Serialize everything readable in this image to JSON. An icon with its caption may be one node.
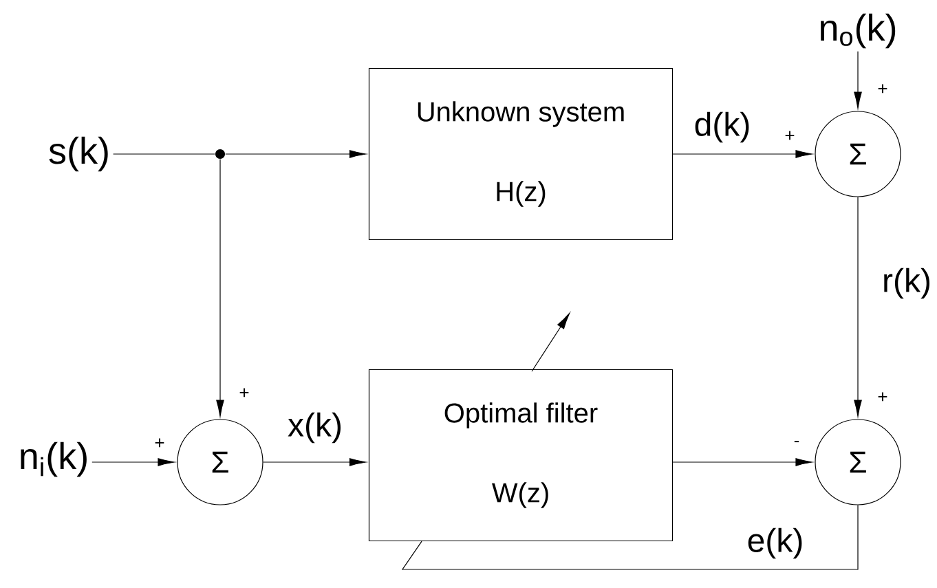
{
  "diagram": {
    "nodes": [
      {
        "text": [
          "s(k)"
        ]
      },
      {
        "text": [],
        "shape": "circle"
      },
      {
        "text": [
          "Unknown system",
          "H(z)"
        ]
      },
      {
        "text": [
          "n$_{o}$(k)"
        ]
      },
      {
        "text": [
          "Σ"
        ]
      },
      {
        "text": [
          "n$_{i}$(k)"
        ]
      },
      {
        "text": [
          "Σ"
        ]
      },
      {
        "text": [
          "Optimal filter",
          "W(z)"
        ]
      },
      {
        "text": [
          "Σ"
        ]
      }
    ],
    "edges": [
      {
        "from": 0,
        "to": 1,
        "arrow": "none"
      },
      {
        "from": 1,
        "to": 2,
        "arrow": "to"
      },
      {
        "from": 1,
        "to": 6,
        "arrow": "to"
      },
      {
        "from": 2,
        "to": 4,
        "arrow": "to",
        "label": "d(k)"
      },
      {
        "from": 3,
        "to": 4,
        "arrow": "to"
      },
      {
        "from": 4,
        "to": 8,
        "arrow": "to",
        "label": "r(k)"
      },
      {
        "from": 5,
        "to": 6,
        "arrow": "to"
      },
      {
        "from": 6,
        "to": 7,
        "arrow": "to",
        "label": "x(k)"
      },
      {
        "from": 7,
        "to": 8,
        "arrow": "to"
      },
      {
        "from": 8,
        "to": 7,
        "arrow": "none",
        "label": "e(k)"
      }
    ],
    "labels": [
      "+",
      "+",
      "+",
      "+",
      "+",
      "-"
    ]
  }
}
